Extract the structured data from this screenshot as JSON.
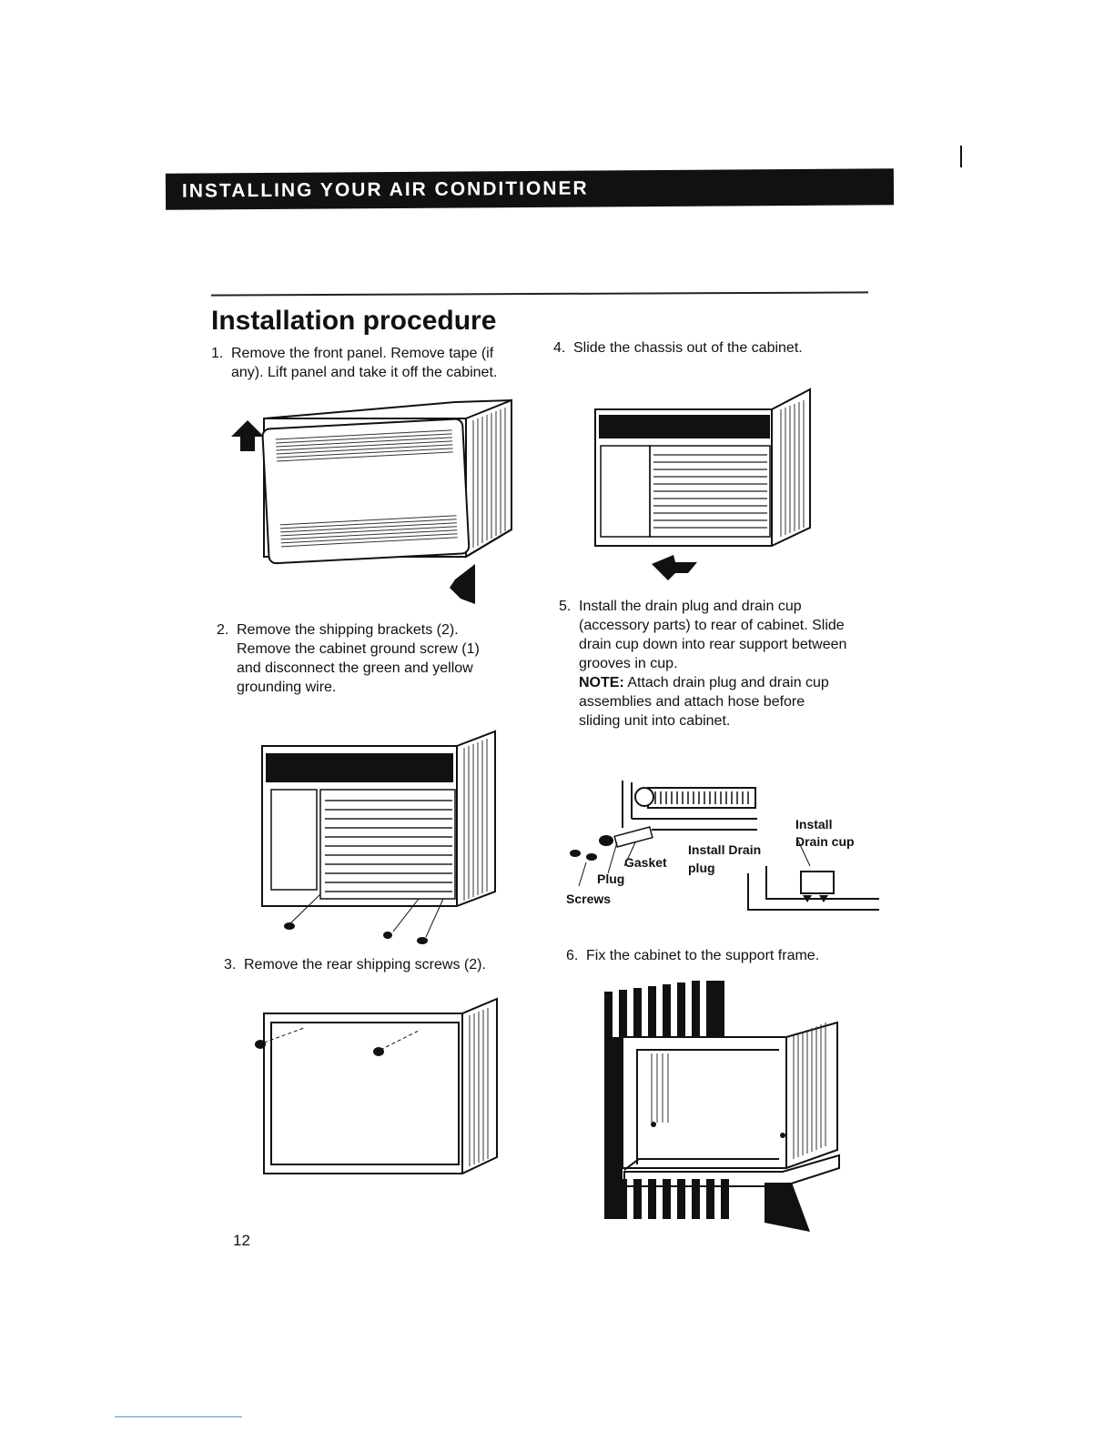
{
  "header": {
    "banner_title": "INSTALLING YOUR AIR CONDITIONER"
  },
  "section": {
    "title": "Installation procedure"
  },
  "steps": [
    {
      "num": "1.",
      "line1": "Remove the front panel. Remove tape (if",
      "line2": "any). Lift panel and take it off the cabinet."
    },
    {
      "num": "2.",
      "line1": "Remove the shipping brackets (2).",
      "line2": "Remove the cabinet ground screw (1)",
      "line3": "and disconnect the green and yellow",
      "line4": "grounding wire."
    },
    {
      "num": "3.",
      "line1": "Remove the rear shipping screws (2)."
    },
    {
      "num": "4.",
      "line1": "Slide the chassis out of the cabinet."
    },
    {
      "num": "5.",
      "line1": "Install the drain plug and drain cup",
      "line2": "(accessory parts) to rear of cabinet. Slide",
      "line3": "drain cup down into rear support between",
      "line4": "grooves in cup.",
      "note_label": "NOTE:",
      "note_line1": " Attach drain plug and drain cup",
      "note_line2": "assemblies and attach hose before",
      "note_line3": "sliding unit into cabinet."
    },
    {
      "num": "6.",
      "line1": "Fix the cabinet to the support frame."
    }
  ],
  "drain_labels": {
    "install": "Install",
    "drain_cup": "Drain cup",
    "install_drain": "Install Drain",
    "plug_word": "plug",
    "gasket": "Gasket",
    "plug": "Plug",
    "screws": "Screws"
  },
  "footer": {
    "page_number": "12"
  }
}
